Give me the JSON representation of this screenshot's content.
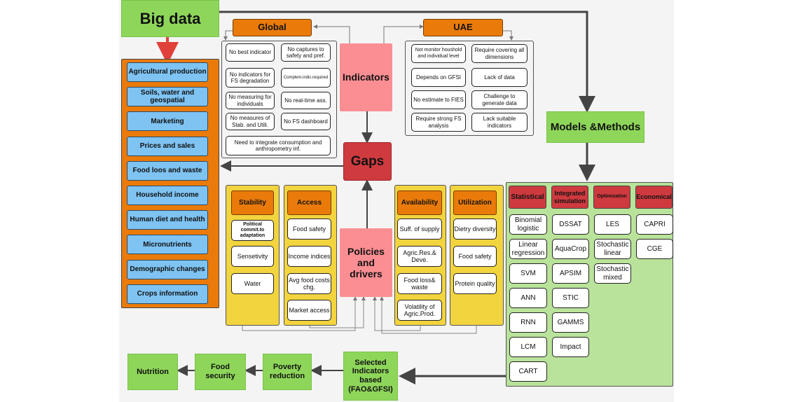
{
  "big_data": "Big data",
  "categories": [
    "Agricultural production",
    "Soils, water and geospatial",
    "Marketing",
    "Prices and sales",
    "Food loos and waste",
    "Household income",
    "Human diet and health",
    "Micronutrients",
    "Demographic changes",
    "Crops information"
  ],
  "global": {
    "title": "Global",
    "items": [
      "No best indicator",
      "No captures to safety and pref.",
      "No indicators for FS degradation",
      "Complem.indic.required",
      "No measuring for individuals",
      "No real-time ass.",
      "No measures of Stab. and Utili.",
      "No FS dashboard",
      "Need to integrate consumption and anthropometry inf."
    ]
  },
  "uae": {
    "title": "UAE",
    "items": [
      "Not monitor houshold and individual level",
      "Require covering all dimensions",
      "Depends on GFSI",
      "Lack of data",
      "No estimate to FIES",
      "Challenge to generate data",
      "Require strong FS analysis",
      "Lack suitable indicators"
    ]
  },
  "indicators": "Indicators",
  "gaps": "Gaps",
  "policies": "Policies and drivers",
  "models_methods": "Models &Methods",
  "dimensions": {
    "stability": {
      "title": "Stability",
      "items": [
        "Political commit.to adaptation",
        "Sensetivity",
        "Water"
      ]
    },
    "access": {
      "title": "Access",
      "items": [
        "Food safety",
        "Income indices",
        "Avg food costs chg.",
        "Market access"
      ]
    },
    "availability": {
      "title": "Availability",
      "items": [
        "Suff. of supply",
        "Agric.Res.& Deve.",
        "Food loss& waste",
        "Volatility of Agric.Prod."
      ]
    },
    "utilization": {
      "title": "Utilization",
      "items": [
        "Dietry diversity",
        "Food safety",
        "Protein quality"
      ]
    }
  },
  "models": {
    "statistical": {
      "title": "Statistical",
      "items": [
        "Binomial logistic",
        "Linear regression",
        "SVM",
        "ANN",
        "RNN",
        "LCM",
        "CART"
      ]
    },
    "integrated": {
      "title": "Integrated simulation",
      "items": [
        "DSSAT",
        "AquaCrop",
        "APSIM",
        "STIC",
        "GAMMS",
        "Impact"
      ]
    },
    "optimization": {
      "title": "Optimization",
      "items": [
        "LES",
        "Stochastic linear",
        "Stochastic mixed"
      ]
    },
    "economical": {
      "title": "Economical",
      "items": [
        "CAPRI",
        "CGE"
      ]
    }
  },
  "bottom": {
    "selected": "Selected Indicators based (FAO&GFSI)",
    "poverty": "Poverty reduction",
    "food_security": "Food security",
    "nutrition": "Nutrition"
  },
  "colors": {
    "green": "#8ed65a",
    "orange": "#ea7b0b",
    "red": "#cf3a3f",
    "pink": "#fb8e93",
    "yellow": "#f2d43e",
    "blue": "#7ec3f2",
    "light_green": "#b9e39a"
  }
}
